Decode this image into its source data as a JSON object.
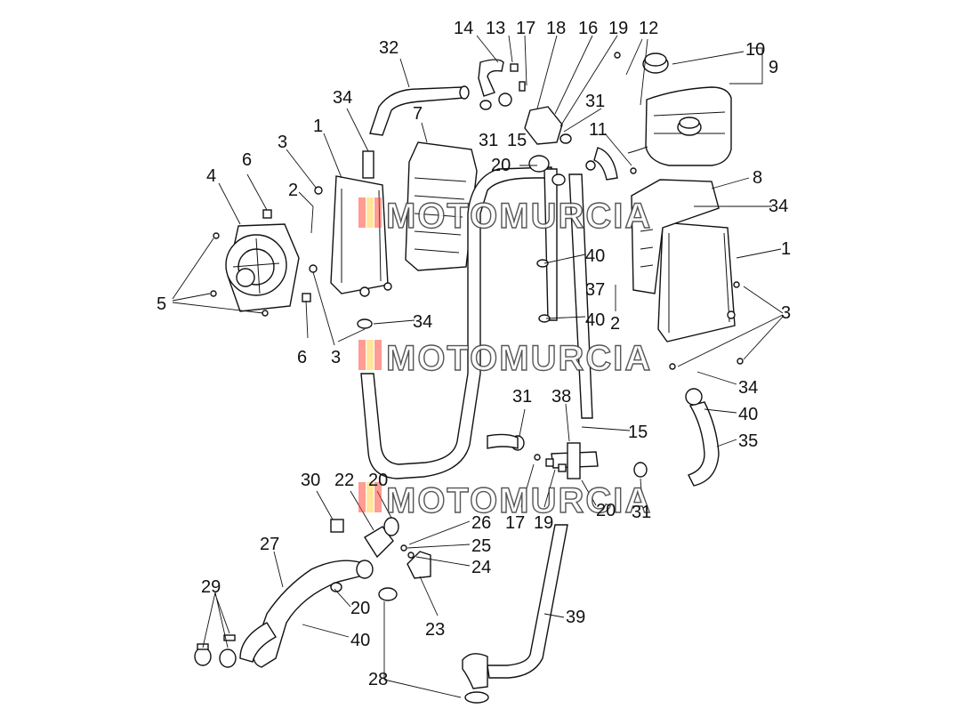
{
  "diagram": {
    "watermark": "MOTOMURCIA",
    "callouts": [
      "1",
      "2",
      "3",
      "4",
      "5",
      "6",
      "7",
      "8",
      "9",
      "10",
      "11",
      "12",
      "13",
      "14",
      "15",
      "16",
      "17",
      "18",
      "19",
      "20",
      "22",
      "23",
      "24",
      "25",
      "26",
      "27",
      "28",
      "29",
      "30",
      "31",
      "32",
      "34",
      "35",
      "37",
      "38",
      "39",
      "40"
    ],
    "labels": [
      {
        "text": "14"
      },
      {
        "text": "13"
      },
      {
        "text": "17"
      },
      {
        "text": "18"
      },
      {
        "text": "16"
      },
      {
        "text": "19"
      },
      {
        "text": "12"
      },
      {
        "text": "10"
      },
      {
        "text": "9"
      },
      {
        "text": "32"
      },
      {
        "text": "34"
      },
      {
        "text": "7"
      },
      {
        "text": "31"
      },
      {
        "text": "15"
      },
      {
        "text": "31"
      },
      {
        "text": "11"
      },
      {
        "text": "1"
      },
      {
        "text": "3"
      },
      {
        "text": "6"
      },
      {
        "text": "4"
      },
      {
        "text": "2"
      },
      {
        "text": "20"
      },
      {
        "text": "8"
      },
      {
        "text": "34"
      },
      {
        "text": "1"
      },
      {
        "text": "40"
      },
      {
        "text": "37"
      },
      {
        "text": "40"
      },
      {
        "text": "2"
      },
      {
        "text": "3"
      },
      {
        "text": "5"
      },
      {
        "text": "34"
      },
      {
        "text": "6"
      },
      {
        "text": "3"
      },
      {
        "text": "34"
      },
      {
        "text": "40"
      },
      {
        "text": "31"
      },
      {
        "text": "38"
      },
      {
        "text": "15"
      },
      {
        "text": "35"
      },
      {
        "text": "30"
      },
      {
        "text": "22"
      },
      {
        "text": "20"
      },
      {
        "text": "26"
      },
      {
        "text": "17"
      },
      {
        "text": "19"
      },
      {
        "text": "20"
      },
      {
        "text": "31"
      },
      {
        "text": "25"
      },
      {
        "text": "24"
      },
      {
        "text": "27"
      },
      {
        "text": "29"
      },
      {
        "text": "20"
      },
      {
        "text": "23"
      },
      {
        "text": "40"
      },
      {
        "text": "39"
      },
      {
        "text": "28"
      }
    ]
  }
}
